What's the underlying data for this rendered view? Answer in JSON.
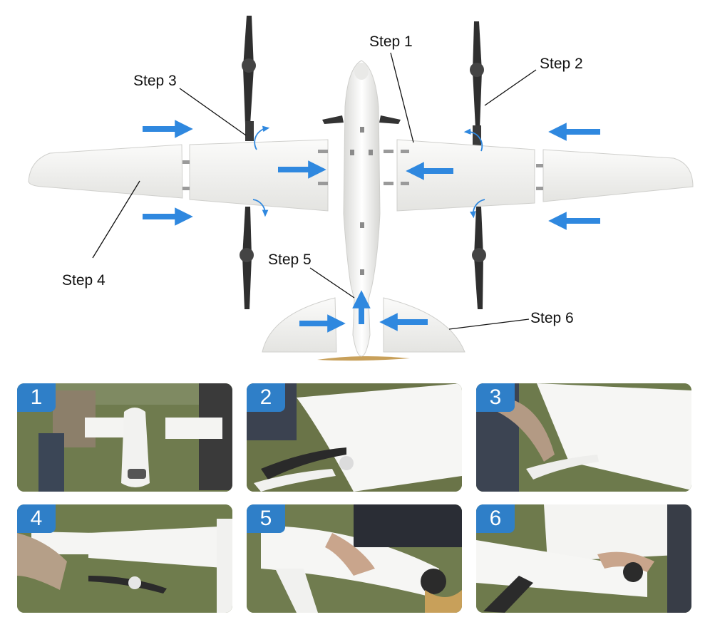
{
  "steps": [
    {
      "label": "Step 1"
    },
    {
      "label": "Step 2"
    },
    {
      "label": "Step 3"
    },
    {
      "label": "Step 4"
    },
    {
      "label": "Step 5"
    },
    {
      "label": "Step 6"
    }
  ],
  "photos": [
    {
      "badge": "1"
    },
    {
      "badge": "2"
    },
    {
      "badge": "3"
    },
    {
      "badge": "4"
    },
    {
      "badge": "5"
    },
    {
      "badge": "6"
    }
  ],
  "colors": {
    "arrow": "#2f88df",
    "badge": "#2f7fc8",
    "airframe": "#f3f3f1",
    "propeller": "#333333",
    "grass": "#6d7a4c"
  }
}
